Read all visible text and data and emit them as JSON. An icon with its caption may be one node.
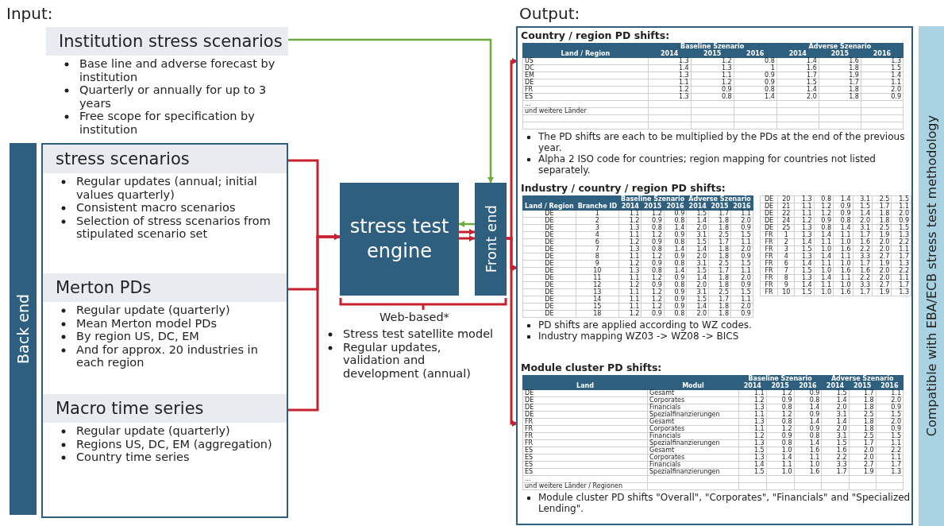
{
  "diagram": {
    "nodes": [
      {
        "text": [
          "Institution stress scenarios",
          "Base line and adverse forecast by institution",
          "Quarterly or annually for up to 3 years",
          "Free scope for specification by institution"
        ]
      },
      {
        "text": [
          "Back end"
        ]
      },
      {
        "text": [],
        "shape": "box"
      },
      {
        "text": [
          "stress scenarios",
          "Regular updates (annual; initial values quarterly)",
          "Consistent macro scenarios",
          "Selection of stress scenarios from stipulated scenario set"
        ],
        "in": 2
      },
      {
        "text": [
          "Merton PDs",
          "Regular update (quarterly)",
          "Mean Merton model PDs",
          "By region US, DC, EM",
          "And for approx. 20 industries in each region"
        ],
        "in": 2
      },
      {
        "text": [
          "Macro time series",
          "Regular update (quarterly)",
          "Regions US, DC, EM (aggregation)",
          "Country time series"
        ],
        "in": 2
      },
      {
        "text": [
          "stress test engine"
        ]
      },
      {
        "text": [
          "Front end"
        ]
      },
      {
        "text": [],
        "shape": "box"
      },
      {
        "text": [
          "Country / region PD shifts:",
          "The PD shifts are each to be multiplied by the PDs at the end of the previous year.",
          "Alpha 2 ISO code for countries; region mapping for countries not listed separately."
        ],
        "in": 8
      },
      {
        "text": [
          "Industry / country / region PD shifts:",
          "PD shifts are applied according to WZ codes.",
          "Industry mapping WZ03 -> WZ08 -> BICS"
        ],
        "in": 8
      },
      {
        "text": [
          "Module cluster PD shifts:",
          "Module cluster PD shifts \"Overall\", \"Corporates\", \"Financials\" and \"Specialized Lending\"."
        ],
        "in": 8
      },
      {
        "text": [
          "Compatible with EBA/ECB stress test methodology"
        ]
      }
    ],
    "edges": [
      {
        "from": 0,
        "to": 7,
        "arrow": "to",
        "color": "#6aab3c"
      },
      {
        "from": 3,
        "to": 6,
        "arrow": "to"
      },
      {
        "from": 4,
        "to": 6,
        "arrow": "to"
      },
      {
        "from": 5,
        "to": 6,
        "arrow": "to"
      },
      {
        "from": 7,
        "to": 6,
        "arrow": "to",
        "color": "#6aab3c"
      },
      {
        "from": 6,
        "to": 7,
        "arrow": "to"
      },
      {
        "from": 6,
        "to": 7,
        "arrow": "to"
      },
      {
        "from": 7,
        "to": 9,
        "arrow": "to"
      },
      {
        "from": 7,
        "to": 10,
        "arrow": "to"
      },
      {
        "from": 7,
        "to": 11,
        "arrow": "to"
      }
    ],
    "labels": [
      "Input:",
      "Output:",
      "Web-based*",
      "Stress test satellite model",
      "Regular updates, validation and development (annual)",
      "Baseline Szenario",
      "Adverse Szenario",
      "Land / Region",
      "2014",
      "2015",
      "2016",
      "2014",
      "2015",
      "2016",
      "US",
      "1.3",
      "1.2",
      "0.8",
      "1.4",
      "1.6",
      "1.3",
      "DC",
      "1.4",
      "1.3",
      "1",
      "1.6",
      "1.8",
      "1.5",
      "EM",
      "1.3",
      "1.1",
      "0.9",
      "1.7",
      "1.9",
      "1.4",
      "DE",
      "1.1",
      "1.2",
      "0.9",
      "1.5",
      "1.7",
      "1.1",
      "FR",
      "1.2",
      "0.9",
      "0.8",
      "1.4",
      "1.8",
      "2.0",
      "ES",
      "1.3",
      "0.8",
      "1.4",
      "2.0",
      "1.8",
      "0.9",
      "...",
      "und weitere Länder",
      "Baseline Szenario",
      "Adverse Szenario",
      "Land / Region",
      "Branche ID",
      "2014",
      "2015",
      "2016",
      "2014",
      "2015",
      "2016",
      "DE",
      "1",
      "1.1",
      "1.2",
      "0.9",
      "1.5",
      "1.7",
      "1.1",
      "DE",
      "2",
      "1.2",
      "0.9",
      "0.8",
      "1.4",
      "1.8",
      "2.0",
      "DE",
      "3",
      "1.3",
      "0.8",
      "1.4",
      "2.0",
      "1.8",
      "0.9",
      "DE",
      "4",
      "1.1",
      "1.2",
      "0.9",
      "3.1",
      "2.5",
      "1.5",
      "DE",
      "6",
      "1.2",
      "0.9",
      "0.8",
      "1.5",
      "1.7",
      "1.1",
      "DE",
      "7",
      "1.3",
      "0.8",
      "1.4",
      "1.4",
      "1.8",
      "2.0",
      "DE",
      "8",
      "1.1",
      "1.2",
      "0.9",
      "2.0",
      "1.8",
      "0.9",
      "DE",
      "9",
      "1.2",
      "0.9",
      "0.8",
      "3.1",
      "2.5",
      "1.5",
      "DE",
      "10",
      "1.3",
      "0.8",
      "1.4",
      "1.5",
      "1.7",
      "1.1",
      "DE",
      "11",
      "1.1",
      "1.2",
      "0.9",
      "1.4",
      "1.8",
      "2.0",
      "DE",
      "12",
      "1.2",
      "0.9",
      "0.8",
      "2.0",
      "1.8",
      "0.9",
      "DE",
      "13",
      "1.1",
      "1.2",
      "0.9",
      "3.1",
      "2.5",
      "1.5",
      "DE",
      "14",
      "1.1",
      "1.2",
      "0.9",
      "1.5",
      "1.7",
      "1.1",
      "DE",
      "15",
      "1.1",
      "1.2",
      "0.9",
      "1.4",
      "1.8",
      "2.0",
      "DE",
      "18",
      "1.2",
      "0.9",
      "0.8",
      "2.0",
      "1.8",
      "0.9",
      "DE",
      "20",
      "1.3",
      "0.8",
      "1.4",
      "3.1",
      "2.5",
      "1.5",
      "DE",
      "21",
      "1.1",
      "1.2",
      "0.9",
      "1.5",
      "1.7",
      "1.1",
      "DE",
      "22",
      "1.1",
      "1.2",
      "0.9",
      "1.4",
      "1.8",
      "2.0",
      "DE",
      "24",
      "1.2",
      "0.9",
      "0.8",
      "2.0",
      "1.8",
      "0.9",
      "DE",
      "25",
      "1.3",
      "0.8",
      "1.4",
      "3.1",
      "2.5",
      "1.5",
      "FR",
      "1",
      "1.3",
      "1.4",
      "1.1",
      "1.7",
      "1.9",
      "1.3",
      "FR",
      "2",
      "1.4",
      "1.1",
      "1.0",
      "1.6",
      "2.0",
      "2.2",
      "FR",
      "3",
      "1.5",
      "1.0",
      "1.6",
      "2.2",
      "2.0",
      "1.1",
      "FR",
      "4",
      "1.3",
      "1.4",
      "1.1",
      "3.3",
      "2.7",
      "1.7",
      "FR",
      "6",
      "1.4",
      "1.1",
      "1.0",
      "1.7",
      "1.9",
      "1.3",
      "FR",
      "7",
      "1.5",
      "1.0",
      "1.6",
      "1.6",
      "2.0",
      "2.2",
      "FR",
      "8",
      "1.3",
      "1.4",
      "1.1",
      "2.2",
      "2.0",
      "1.1",
      "FR",
      "9",
      "1.4",
      "1.1",
      "1.0",
      "3.3",
      "2.7",
      "1.7",
      "FR",
      "10",
      "1.5",
      "1.0",
      "1.6",
      "1.7",
      "1.9",
      "1.3",
      "Baseline Szenario",
      "Adverse Szenario",
      "Land",
      "Modul",
      "2014",
      "2015",
      "2016",
      "2014",
      "2015",
      "2016",
      "DE",
      "Gesamt",
      "1.1",
      "1.2",
      "0.9",
      "1.5",
      "1.7",
      "1.1",
      "DE",
      "Corporates",
      "1.2",
      "0.9",
      "0.8",
      "1.4",
      "1.8",
      "2.0",
      "DE",
      "Financials",
      "1.3",
      "0.8",
      "1.4",
      "2.0",
      "1.8",
      "0.9",
      "DE",
      "Spezialfinanzierungen",
      "1.1",
      "1.2",
      "0.9",
      "3.1",
      "2.5",
      "1.5",
      "FR",
      "Gesamt",
      "1.3",
      "0.8",
      "1.4",
      "1.4",
      "1.8",
      "2.0",
      "FR",
      "Corporates",
      "1.1",
      "1.2",
      "0.9",
      "2.0",
      "1.8",
      "0.9",
      "FR",
      "Financials",
      "1.2",
      "0.9",
      "0.8",
      "3.1",
      "2.5",
      "1.5",
      "FR",
      "Spezialfinanzierungen",
      "1.3",
      "0.8",
      "1.4",
      "1.5",
      "1.7",
      "1.1",
      "ES",
      "Gesamt",
      "1.5",
      "1.0",
      "1.6",
      "1.6",
      "2.0",
      "2.2",
      "ES",
      "Corporates",
      "1.3",
      "1.4",
      "1.1",
      "2.2",
      "2.0",
      "1.1",
      "ES",
      "Financials",
      "1.4",
      "1.1",
      "1.0",
      "3.3",
      "2.7",
      "1.7",
      "ES",
      "Spezialfinanzierungen",
      "1.5",
      "1.0",
      "1.6",
      "1.7",
      "1.9",
      "1.3",
      "...",
      "und weitere Länder / Regionen"
    ]
  }
}
